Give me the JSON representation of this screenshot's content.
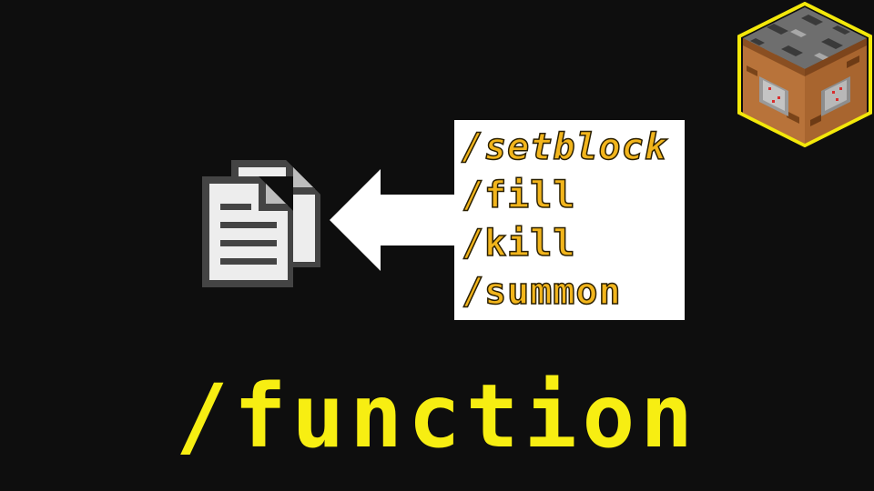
{
  "commands": [
    "/setblock",
    "/fill",
    "/kill",
    "/summon"
  ],
  "title": "/function",
  "icons": {
    "document": "document-copy-icon",
    "arrow": "arrow-left-icon",
    "block": "command-block-icon"
  },
  "colors": {
    "background": "#0e0e0e",
    "title": "#f7ee12",
    "command_text": "#f2b51c",
    "command_outline": "#2a1f00",
    "box_background": "#ffffff",
    "block_glow": "#f3e80a"
  }
}
